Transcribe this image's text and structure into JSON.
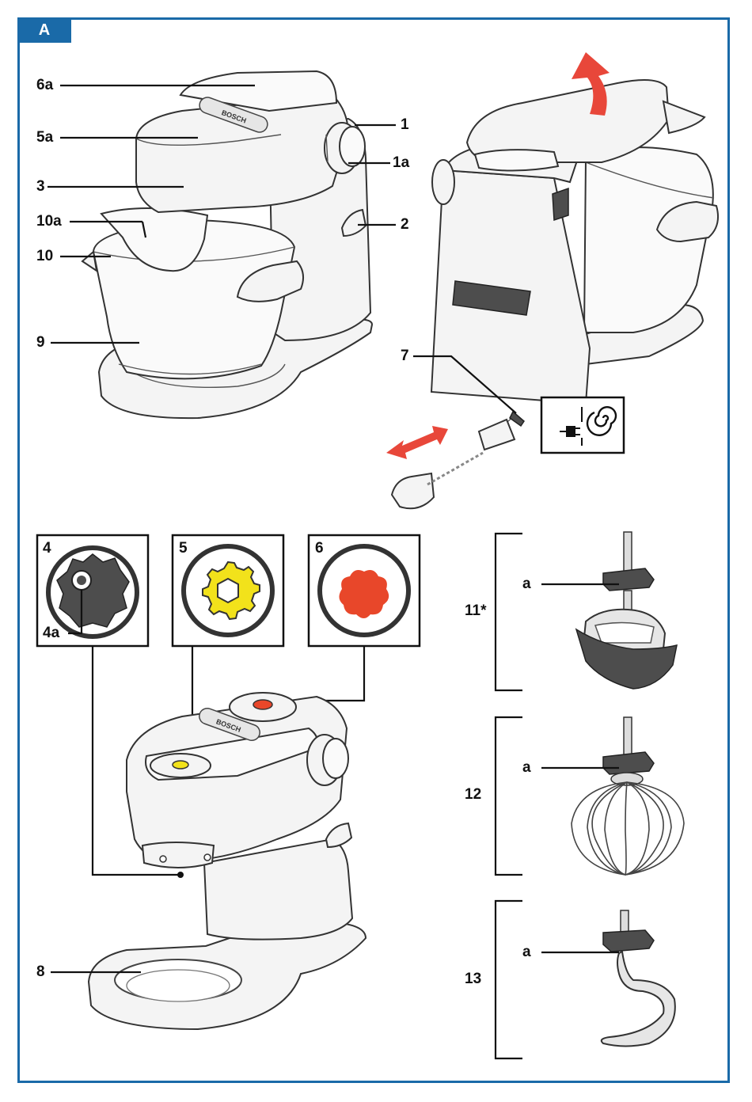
{
  "figure": {
    "section_tag": "A",
    "colors": {
      "frame": "#1a6aa8",
      "arrow": "#e8473a",
      "drive_5": "#f2e21b",
      "drive_6": "#e8472a",
      "drive_4": "#4a4a4a",
      "body_fill": "#f2f2f2",
      "dark_part": "#4d4d4d"
    },
    "brand_text": "BOSCH",
    "labels": {
      "l_1": "1",
      "l_1a": "1a",
      "l_2": "2",
      "l_3": "3",
      "l_4": "4",
      "l_4a": "4a",
      "l_5": "5",
      "l_5a": "5a",
      "l_6": "6",
      "l_6a": "6a",
      "l_7": "7",
      "l_8": "8",
      "l_9": "9",
      "l_10": "10",
      "l_10a": "10a",
      "l_11": "11*",
      "l_12": "12",
      "l_13": "13",
      "l_a1": "a",
      "l_a2": "a",
      "l_a3": "a"
    },
    "icons": [
      "mixer-front-view",
      "mixer-rear-view",
      "power-plug-icon",
      "cable-coil-icon",
      "drive-4-icon",
      "drive-5-icon",
      "drive-6-icon",
      "flexi-beater",
      "whisk",
      "kneading-hook",
      "bidirectional-arrow-icon",
      "lift-arrow-icon"
    ]
  }
}
